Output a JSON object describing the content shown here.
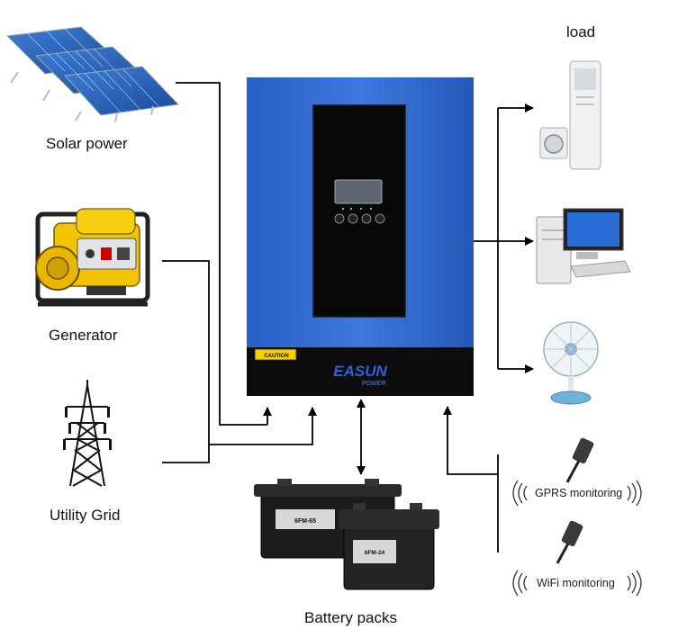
{
  "sources": {
    "solar": "Solar power",
    "generator": "Generator",
    "grid": "Utility Grid"
  },
  "load": "load",
  "battery": {
    "label": "Battery packs",
    "big_model": "6FM-65",
    "small_model": "6FM-24"
  },
  "monitoring": {
    "gprs": "GPRS monitoring",
    "wifi": "WiFi monitoring"
  },
  "inverter": {
    "brand": "EASUN",
    "brand_sub": "POWER",
    "caution": "CAUTION"
  },
  "colors": {
    "inverter_blue": "#2b63c8",
    "inverter_black": "#0d0d0f",
    "battery_black": "#1c1c1e",
    "line": "#000000"
  }
}
